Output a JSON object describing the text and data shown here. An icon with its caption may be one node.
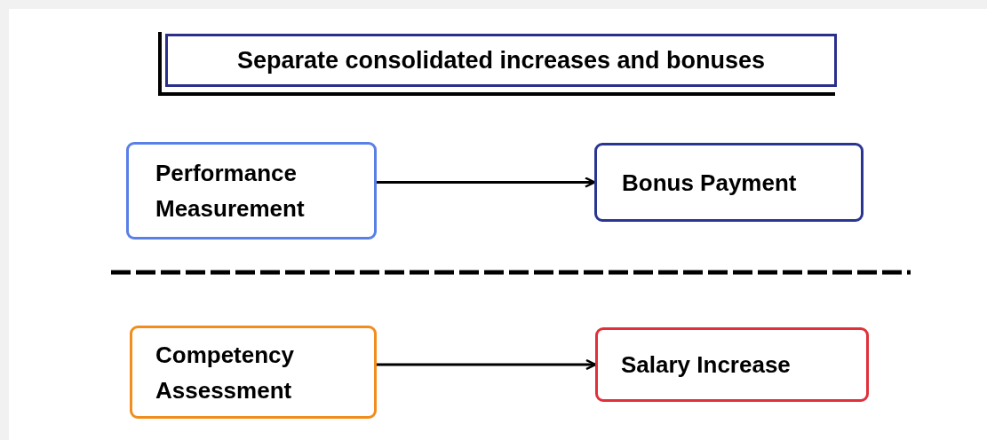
{
  "diagram": {
    "title": "Separate consolidated increases and bonuses",
    "nodes": [
      {
        "text": [
          "Performance Measurement"
        ]
      },
      {
        "text": [
          "Bonus Payment"
        ]
      },
      {
        "text": [
          "Competency Assessment"
        ]
      },
      {
        "text": [
          "Salary Increase"
        ]
      }
    ],
    "edges": [
      {
        "from": 0,
        "to": 1,
        "arrow": "to"
      },
      {
        "from": 2,
        "to": 3,
        "arrow": "to"
      }
    ]
  }
}
